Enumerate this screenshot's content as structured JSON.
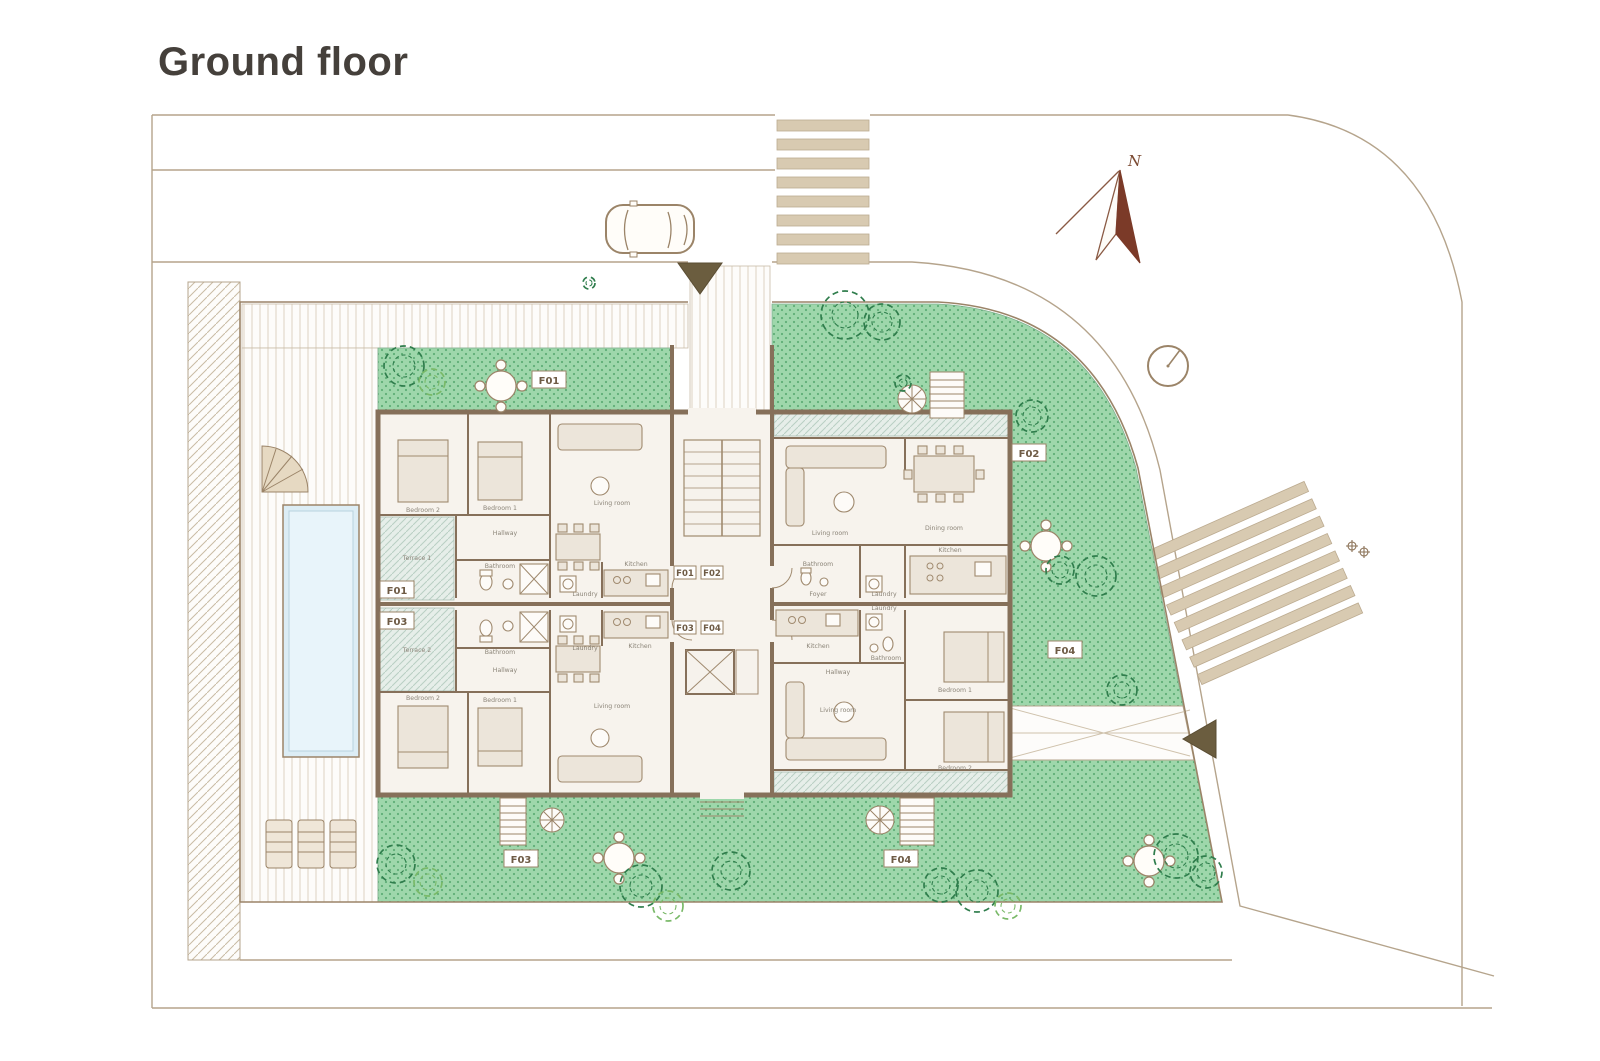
{
  "title": "Ground floor",
  "compass": {
    "north_label": "N"
  },
  "unit_labels": {
    "garden_f01": "F01",
    "garden_f02": "F02",
    "terrace_f01": "F01",
    "terrace_f03": "F03",
    "core_top_f01": "F01",
    "core_top_f02": "F02",
    "core_bottom_f03": "F03",
    "core_bottom_f04": "F04",
    "garden_right_f04": "F04",
    "garden_bottom_f03": "F03",
    "garden_bottom_f04": "F04"
  },
  "rooms": {
    "f01": {
      "bedroom1": "Bedroom 1",
      "bedroom2": "Bedroom 2",
      "bathroom": "Bathroom",
      "hallway": "Hallway",
      "laundry": "Laundry",
      "kitchen": "Kitchen",
      "living_room": "Living room",
      "terrace1": "Terrace 1"
    },
    "f02": {
      "living_room": "Living room",
      "dining_room": "Dining room",
      "kitchen": "Kitchen",
      "laundry": "Laundry",
      "foyer": "Foyer",
      "bathroom": "Bathroom"
    },
    "f03": {
      "bedroom1": "Bedroom 1",
      "bedroom2": "Bedroom 2",
      "bathroom": "Bathroom",
      "hallway": "Hallway",
      "laundry": "Laundry",
      "kitchen": "Kitchen",
      "living_room": "Living room",
      "terrace2": "Terrace 2"
    },
    "f04": {
      "bedroom1": "Bedroom 1",
      "bedroom2": "Bedroom 2",
      "bathroom": "Bathroom",
      "hallway": "Hallway",
      "laundry": "Laundry",
      "kitchen": "Kitchen",
      "living_room": "Living room"
    }
  }
}
